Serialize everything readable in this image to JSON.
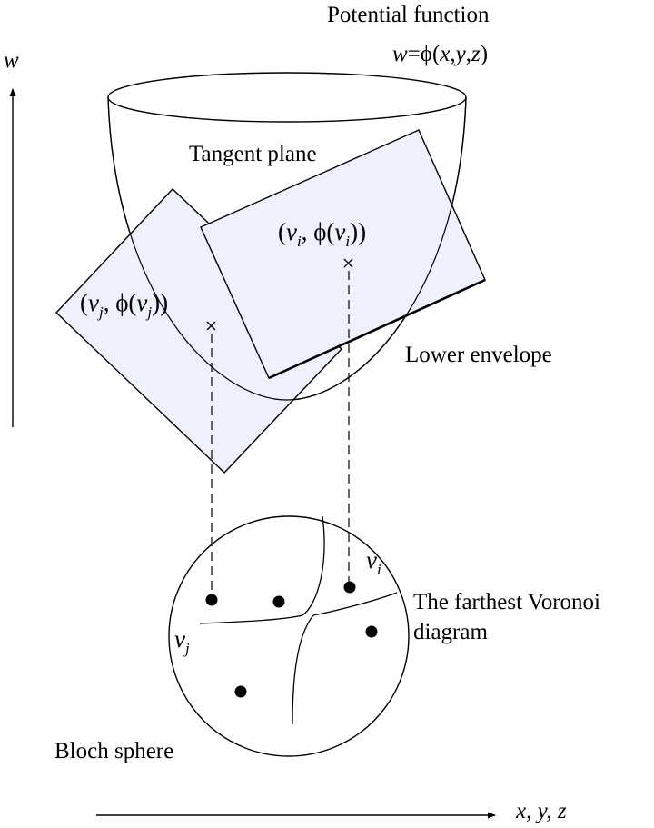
{
  "labels": {
    "w_axis": "w",
    "xyz_axis": "x, y, z",
    "potential_title": "Potential function",
    "potential_eq_w": "w",
    "potential_eq_rest": "=ϕ(",
    "potential_eq_x": "x",
    "potential_eq_y": "y",
    "potential_eq_z": "z",
    "potential_eq_close": ")",
    "tangent_plane": "Tangent plane",
    "lower_envelope": "Lower envelope",
    "voronoi_line1": "The farthest Voronoi",
    "voronoi_line2": "diagram",
    "bloch_sphere": "Bloch sphere",
    "point_i": {
      "open": "(",
      "v": "v",
      "sub": "i",
      "mid": ", ϕ(",
      "v2": "v",
      "sub2": "i",
      "close": "))"
    },
    "point_j": {
      "open": "(",
      "v": "v",
      "sub": "j",
      "mid": ", ϕ(",
      "v2": "v",
      "sub2": "j",
      "close": "))"
    },
    "vi_label": {
      "v": "v",
      "sub": "i"
    },
    "vj_label": {
      "v": "v",
      "sub": "j"
    }
  },
  "colors": {
    "plane_fill": "#eef0fb",
    "stroke": "#000000"
  }
}
